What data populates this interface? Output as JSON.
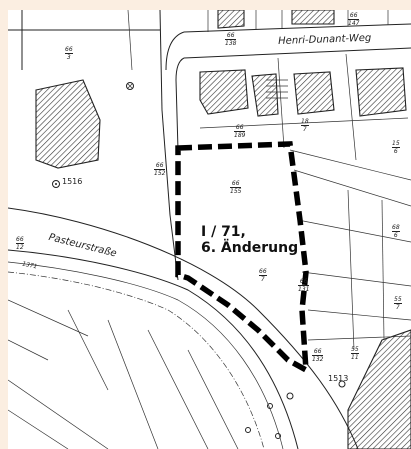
{
  "plan_label": {
    "line1": "I / 71,",
    "line2": "6. Änderung"
  },
  "streets": {
    "henri_dunant": "Henri-Dunant-Weg",
    "pasteur": "Pasteurstraße"
  },
  "survey_points": {
    "p1516": "1516",
    "p1513": "1513",
    "p1371": "1371"
  },
  "parcels": [
    {
      "id": "p1",
      "num": "66",
      "den": "3"
    },
    {
      "id": "p2",
      "num": "66",
      "den": "138"
    },
    {
      "id": "p3",
      "num": "66",
      "den": "189"
    },
    {
      "id": "p4",
      "num": "66",
      "den": "152"
    },
    {
      "id": "p5",
      "num": "66",
      "den": "155"
    },
    {
      "id": "p6",
      "num": "66",
      "den": "7"
    },
    {
      "id": "p7",
      "num": "66",
      "den": "131"
    },
    {
      "id": "p8",
      "num": "66",
      "den": "132"
    },
    {
      "id": "p9",
      "num": "66",
      "den": "12"
    },
    {
      "id": "p10",
      "num": "18",
      "den": "7"
    },
    {
      "id": "p11",
      "num": "55",
      "den": "7"
    },
    {
      "id": "p12",
      "num": "55",
      "den": "11"
    },
    {
      "id": "p13",
      "num": "68",
      "den": "6"
    },
    {
      "id": "p14",
      "num": "15",
      "den": "6"
    },
    {
      "id": "p15",
      "num": "66",
      "den": "147"
    }
  ]
}
